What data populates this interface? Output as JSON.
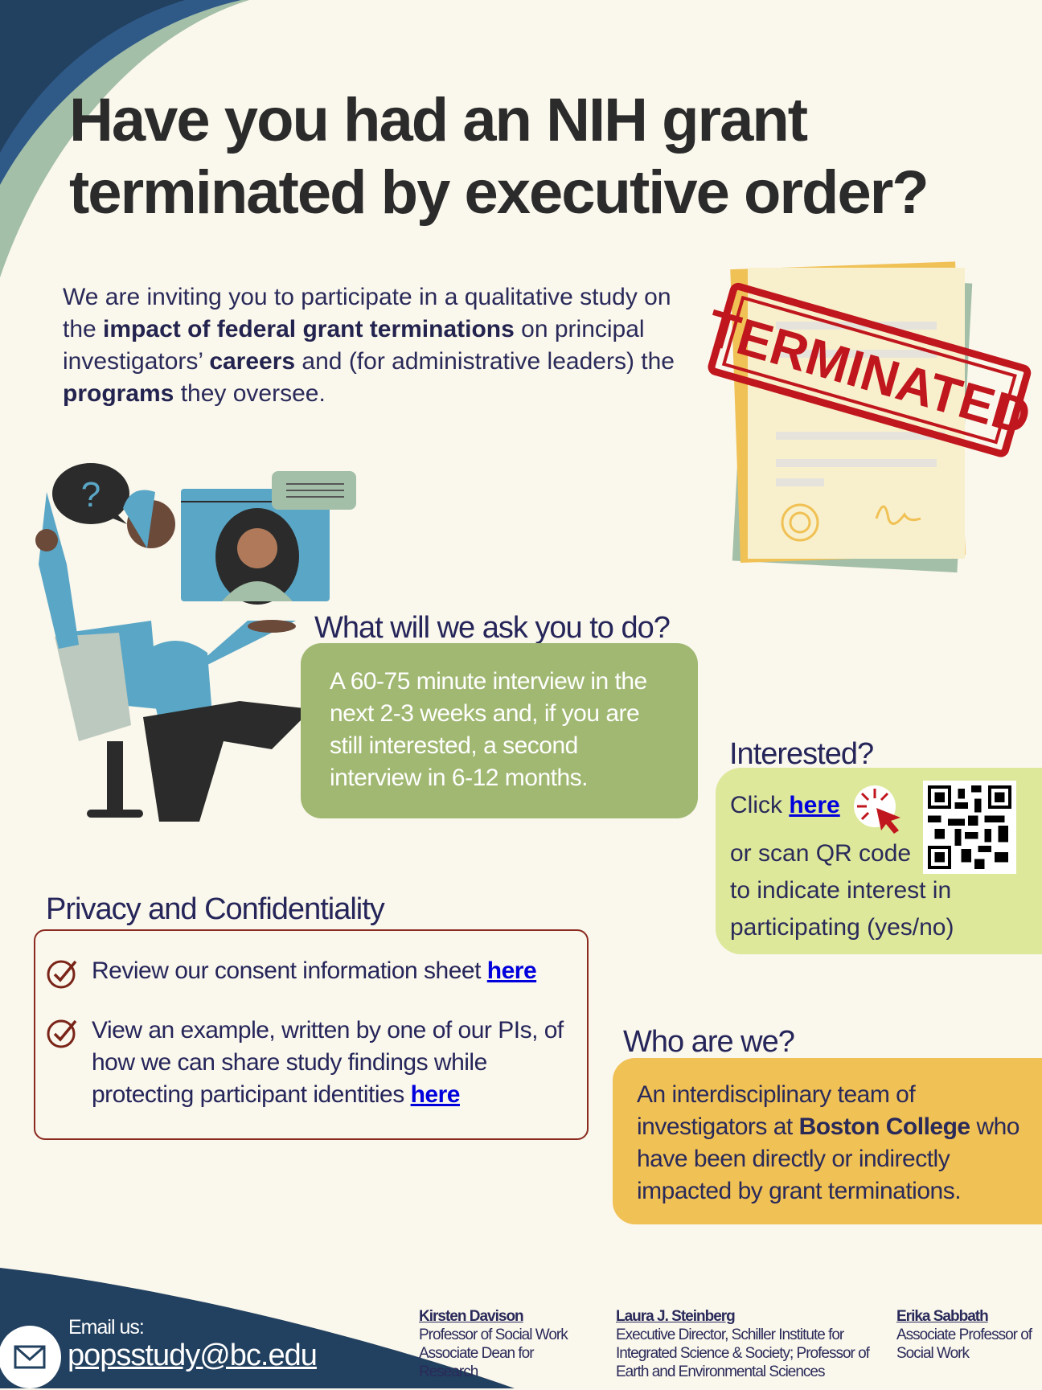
{
  "title": {
    "line1": "Have you had an NIH grant",
    "line2": "terminated by executive order?"
  },
  "intro": {
    "t1": "We are inviting you to participate in a qualitative study on the ",
    "b1": "impact of federal grant terminations",
    "t2": " on principal investigators’ ",
    "b2": "careers",
    "t3": " and (for administrative leaders) the ",
    "b3": "programs",
    "t4": " they oversee."
  },
  "stamp": "TERMINATED",
  "ask": {
    "heading": "What will we ask you to do?",
    "body": "A 60-75 minute interview in the next 2-3 weeks and, if you are still interested, a second interview in 6-12 months."
  },
  "interested": {
    "heading": "Interested?",
    "click": "Click ",
    "link": "here",
    "line2": "or scan QR code",
    "line3": "to indicate interest in",
    "line4": "participating (yes/no)"
  },
  "privacy": {
    "heading": "Privacy and Confidentiality",
    "item1": "Review our consent information sheet ",
    "item1_link": "here",
    "item2": "View an example, written by one of our PIs, of how we can share study findings while protecting participant identities ",
    "item2_link": "here"
  },
  "who": {
    "heading": "Who are we?",
    "t1": "An interdisciplinary team of investigators at ",
    "b1": "Boston College",
    "t2": " who have been directly or indirectly impacted by grant terminations."
  },
  "footer": {
    "email_label": "Email us:",
    "email": "popsstudy@bc.edu",
    "people": [
      {
        "name": "Kirsten Davison",
        "role": "Professor of Social Work Associate Dean for Research"
      },
      {
        "name": "Laura J. Steinberg",
        "role": "Executive Director, Schiller Institute for Integrated Science & Society; Professor of Earth and Environmental Sciences"
      },
      {
        "name": "Erika Sabbath",
        "role": "Associate Professor of Social Work"
      }
    ]
  },
  "colors": {
    "navy": "#22405f",
    "sage": "#a3bfa8",
    "green": "#a1b872",
    "lime": "#dde89a",
    "gold": "#f0c155",
    "red": "#c0161d"
  }
}
